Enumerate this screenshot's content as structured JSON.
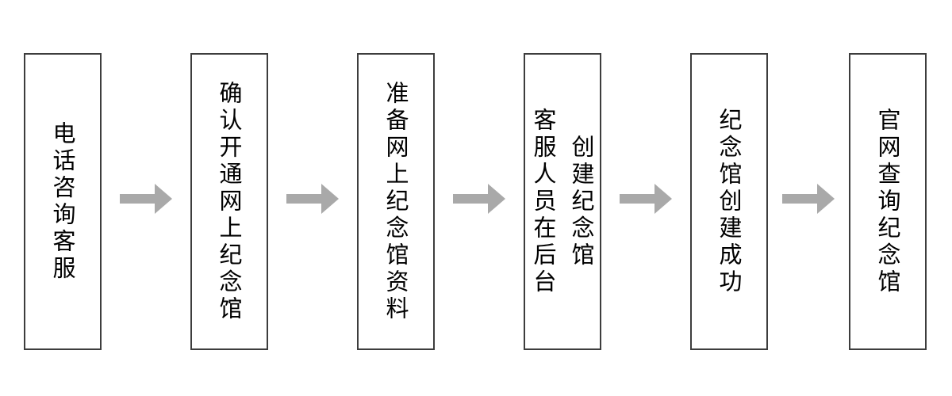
{
  "diagram": {
    "type": "flowchart",
    "direction": "left-to-right",
    "background_color": "#ffffff",
    "box_border_color": "#3d3d3d",
    "arrow_color": "#a9a9a9",
    "text_color": "#000000",
    "connector_icon": "right-arrow-icon",
    "steps": [
      {
        "label": "电话咨询客服"
      },
      {
        "label": "确认开通网上纪念馆"
      },
      {
        "label": "准备网上纪念馆资料"
      },
      {
        "label": "客服人员在后台\n创建纪念馆"
      },
      {
        "label": "纪念馆创建成功"
      },
      {
        "label": "官网查询纪念馆"
      }
    ]
  }
}
